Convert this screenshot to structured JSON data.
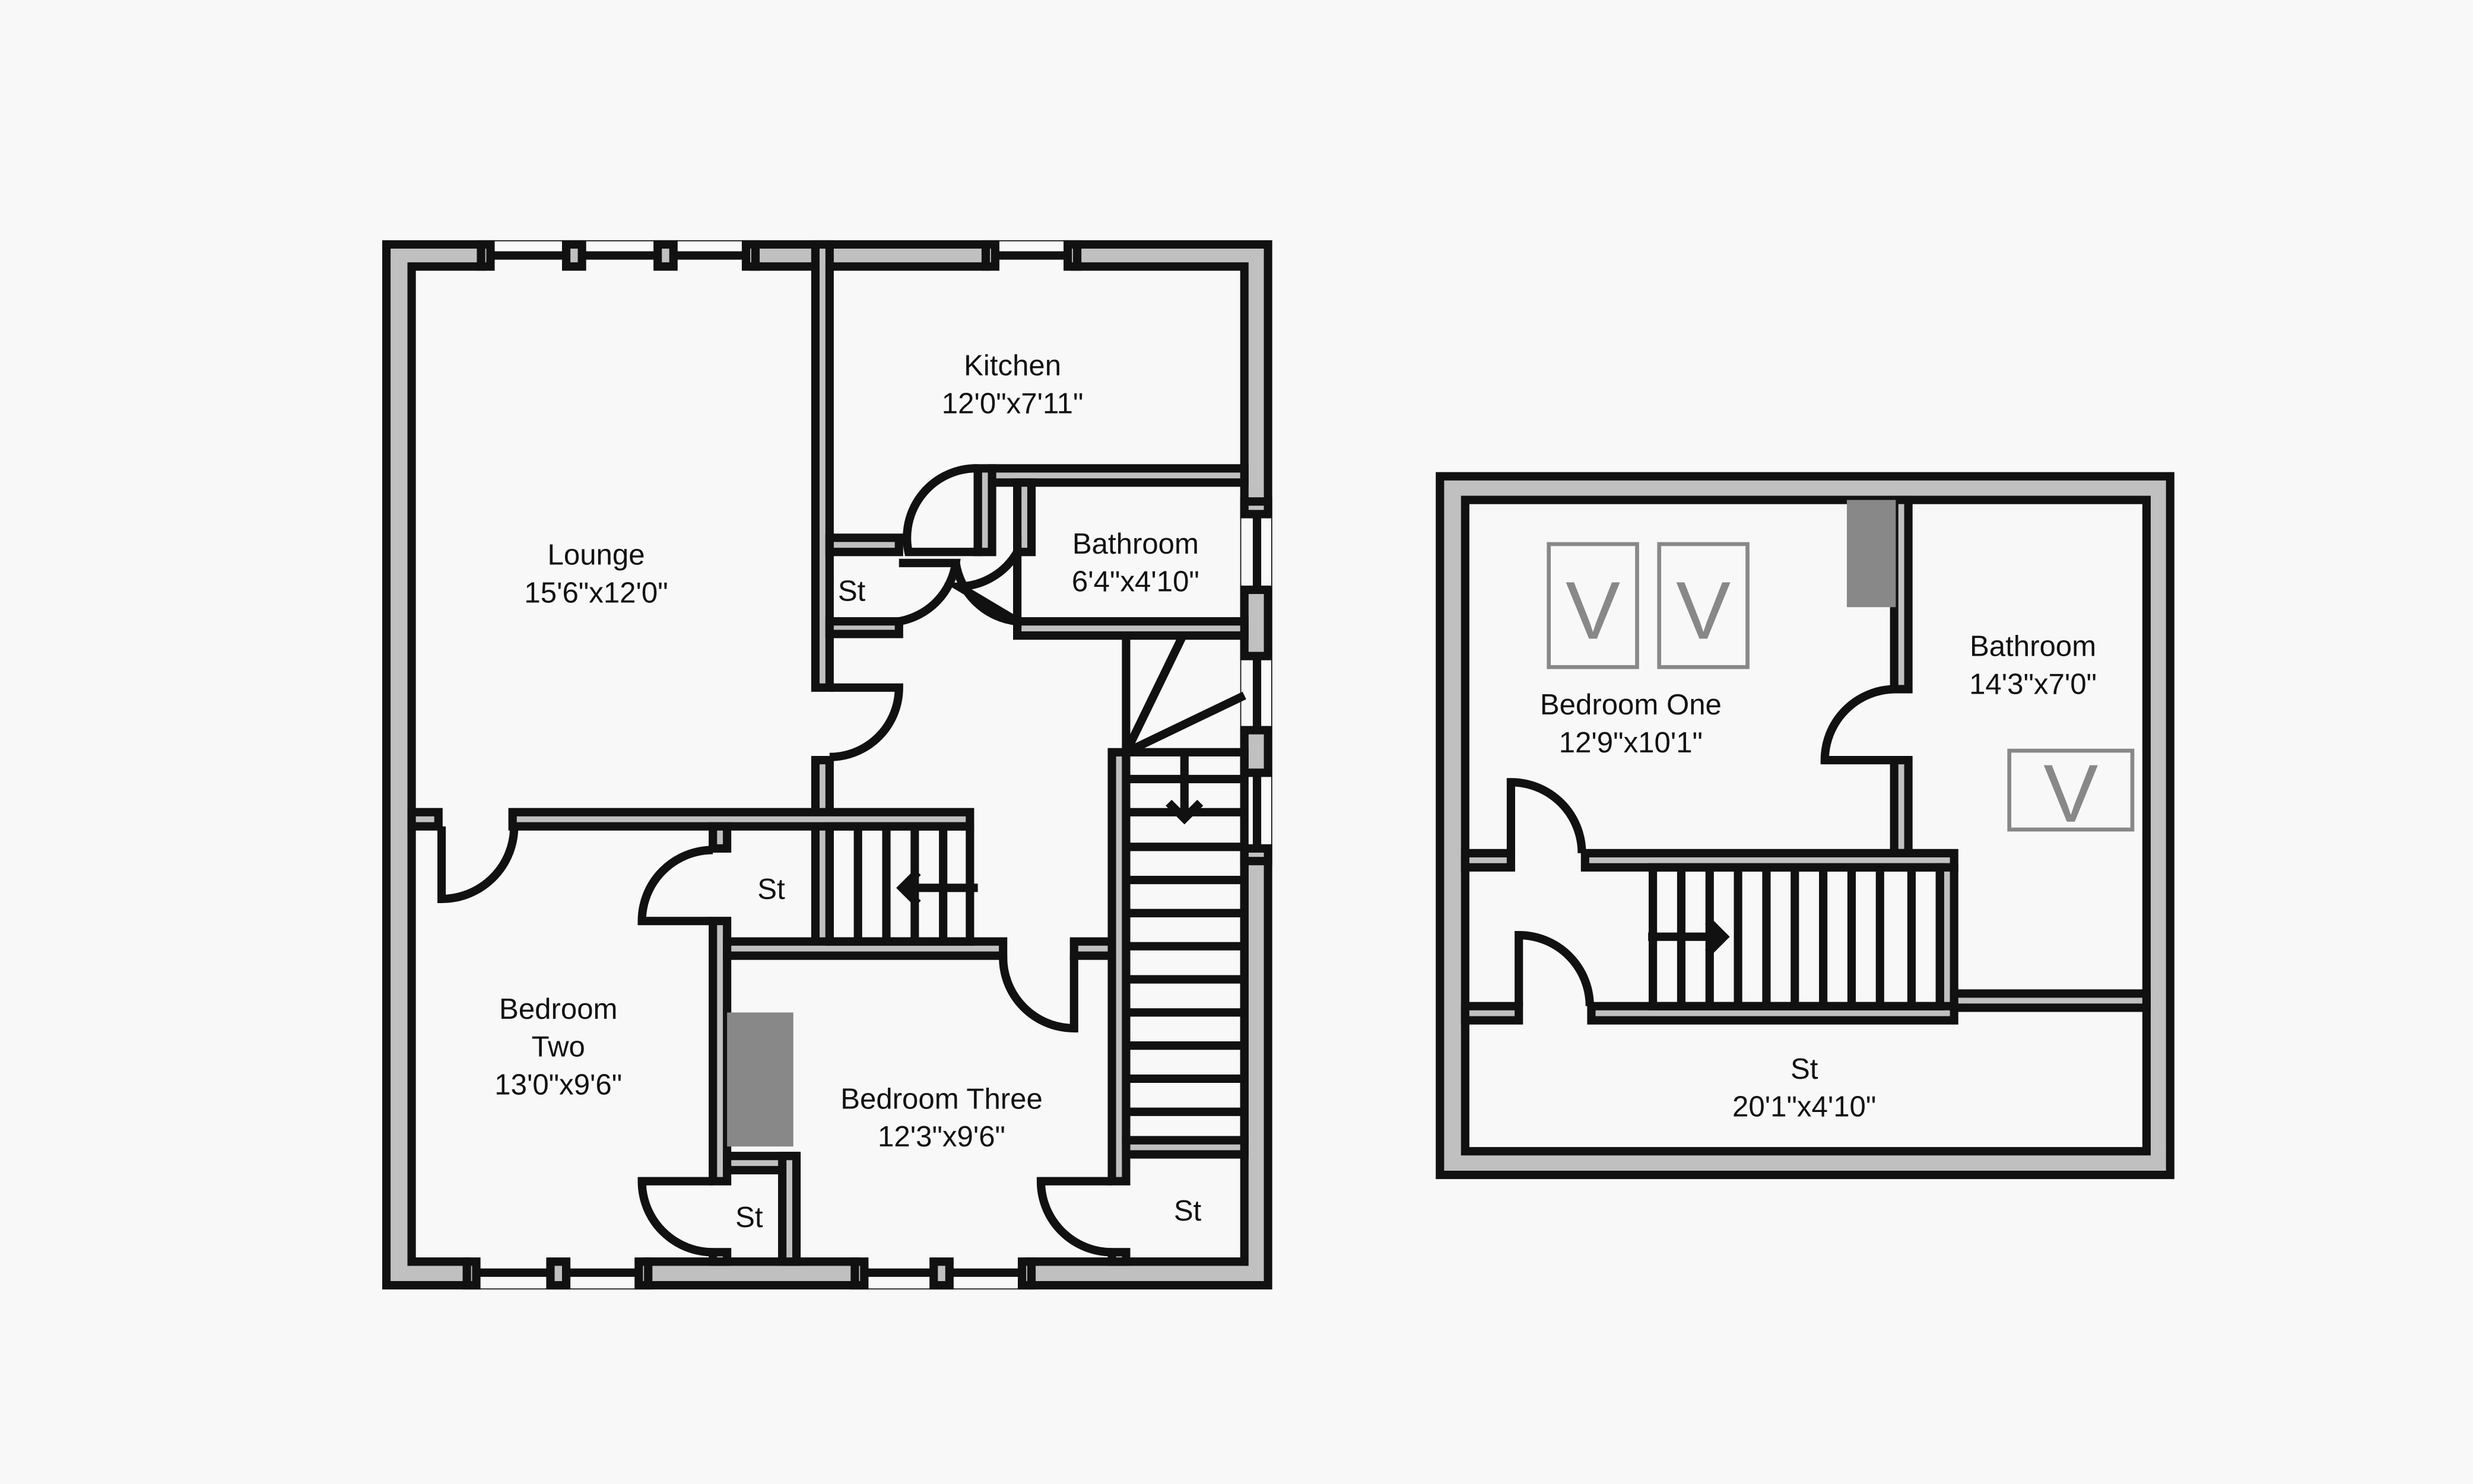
{
  "floor_plan": {
    "ground_floor": {
      "rooms": [
        {
          "key": "lounge",
          "name": "Lounge",
          "dims": "15'6\"x12'0\""
        },
        {
          "key": "kitchen",
          "name": "Kitchen",
          "dims": "12'0\"x7'11\""
        },
        {
          "key": "bathroom",
          "name": "Bathroom",
          "dims": "6'4\"x4'10\""
        },
        {
          "key": "bedroom_two",
          "name_lines": [
            "Bedroom",
            "Two"
          ],
          "dims": "13'0\"x9'6\""
        },
        {
          "key": "bedroom_three",
          "name": "Bedroom Three",
          "dims": "12'3\"x9'6\""
        }
      ],
      "stores": [
        "St",
        "St",
        "St",
        "St"
      ]
    },
    "first_floor": {
      "rooms": [
        {
          "key": "bedroom_one",
          "name": "Bedroom One",
          "dims": "12'9\"x10'1\""
        },
        {
          "key": "bathroom",
          "name": "Bathroom",
          "dims": "14'3\"x7'0\""
        },
        {
          "key": "store",
          "name": "St",
          "dims": "20'1\"x4'10\""
        }
      ],
      "velux_letter": "V"
    }
  },
  "colors": {
    "wall_fill": "#c0c0c0",
    "outline": "#111111",
    "chimney": "#888888",
    "velux": "#888888",
    "background": "#f8f8f8"
  }
}
